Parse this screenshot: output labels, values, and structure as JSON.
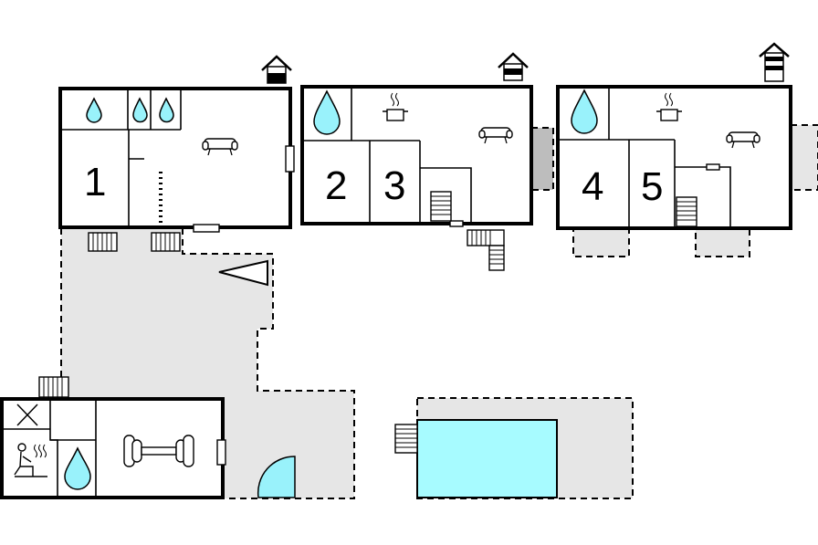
{
  "rooms": {
    "r1": "1",
    "r2": "2",
    "r3": "3",
    "r4": "4",
    "r5": "5"
  },
  "colors": {
    "water": "#99f2fb",
    "pool": "#a7fbff",
    "terrace": "#e6e6e6",
    "annex": "#bdbdbd"
  },
  "icons": [
    "house-icon",
    "water-drop-icon",
    "sofa-icon",
    "cooking-pot-icon",
    "stairs-icon",
    "sauna-icon",
    "dumbbell-icon",
    "cross-icon",
    "compass-arrow-icon",
    "door-arc-icon"
  ]
}
